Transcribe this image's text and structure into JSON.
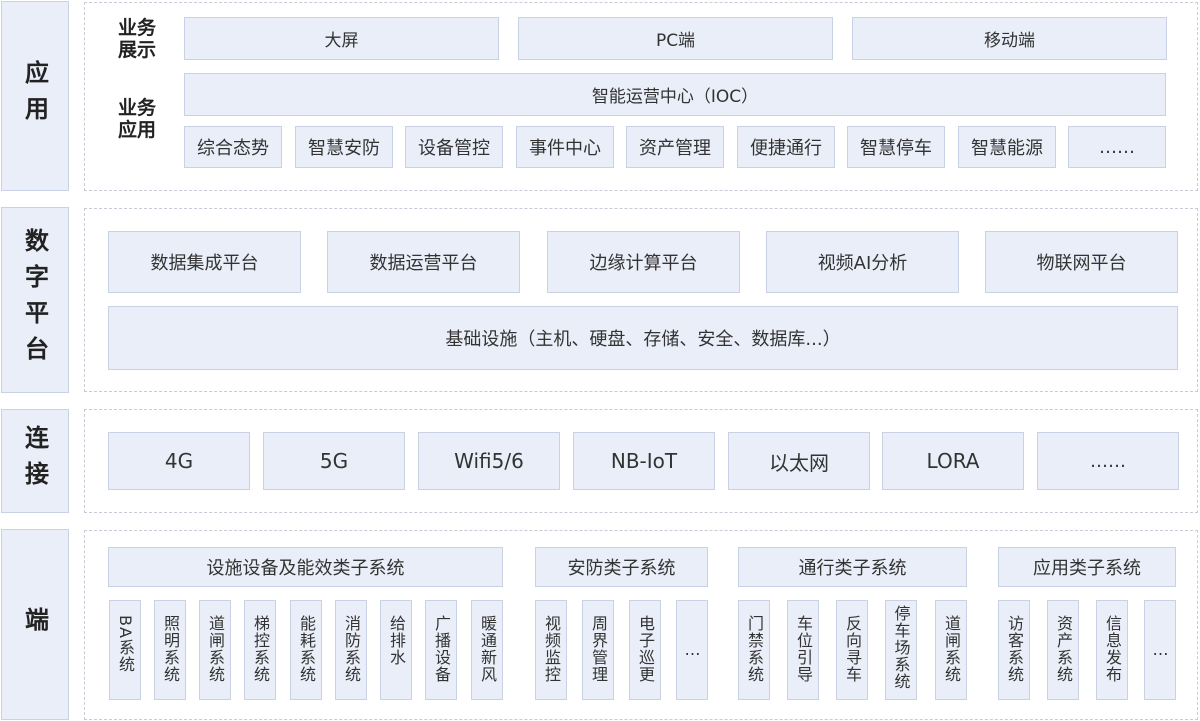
{
  "side_labels": {
    "application": "应用",
    "digital_platform": "数字平台",
    "connection": "连接",
    "terminal": "端"
  },
  "application": {
    "display_label": "业务展示",
    "app_label": "业务应用",
    "display_items": [
      "大屏",
      "PC端",
      "移动端"
    ],
    "ioc": "智能运营中心（IOC）",
    "apps": [
      "综合态势",
      "智慧安防",
      "设备管控",
      "事件中心",
      "资产管理",
      "便捷通行",
      "智慧停车",
      "智慧能源",
      "……"
    ]
  },
  "platform": {
    "items": [
      "数据集成平台",
      "数据运营平台",
      "边缘计算平台",
      "视频AI分析",
      "物联网平台"
    ],
    "infrastructure": "基础设施（主机、硬盘、存储、安全、数据库...）"
  },
  "connection": {
    "items": [
      "4G",
      "5G",
      "Wifi5/6",
      "NB-IoT",
      "以太网",
      "LORA",
      "……"
    ]
  },
  "terminal": {
    "groups": [
      {
        "title": "设施设备及能效类子系统",
        "items": [
          "BA系统",
          "照明系统",
          "道闸系统",
          "梯控系统",
          "能耗系统",
          "消防系统",
          "给排水",
          "广播设备",
          "暖通新风"
        ]
      },
      {
        "title": "安防类子系统",
        "items": [
          "视频监控",
          "周界管理",
          "电子巡更",
          "…"
        ]
      },
      {
        "title": "通行类子系统",
        "items": [
          "门禁系统",
          "车位引导",
          "反向寻车",
          "停车场系统",
          "道闸系统"
        ]
      },
      {
        "title": "应用类子系统",
        "items": [
          "访客系统",
          "资产系统",
          "信息发布",
          "…"
        ]
      }
    ]
  },
  "colors": {
    "box_fill": "#e9eef8",
    "box_border": "#c9d2e5",
    "dashed_border": "#c7cbd6",
    "text": "#333333"
  }
}
